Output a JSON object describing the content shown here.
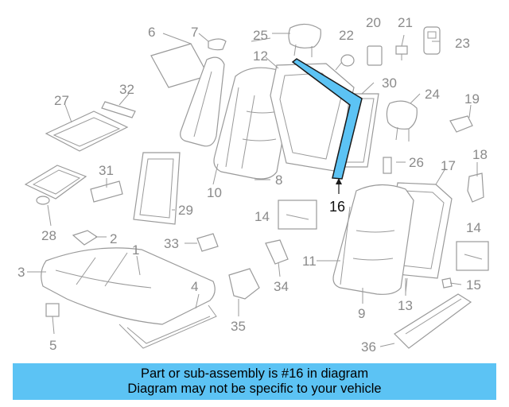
{
  "highlight": {
    "part_number": "16",
    "color": "#5cc3f4"
  },
  "callouts": [
    "1",
    "2",
    "3",
    "4",
    "5",
    "6",
    "7",
    "8",
    "9",
    "10",
    "11",
    "12",
    "13",
    "14",
    "14",
    "15",
    "16",
    "17",
    "18",
    "19",
    "20",
    "21",
    "22",
    "23",
    "24",
    "25",
    "26",
    "27",
    "28",
    "29",
    "30",
    "31",
    "32",
    "33",
    "34",
    "35",
    "36"
  ],
  "banner": {
    "line1": "Part or sub-assembly is #16 in diagram",
    "line2": "Diagram may not be specific to your vehicle",
    "background": "#5cc3f4"
  }
}
